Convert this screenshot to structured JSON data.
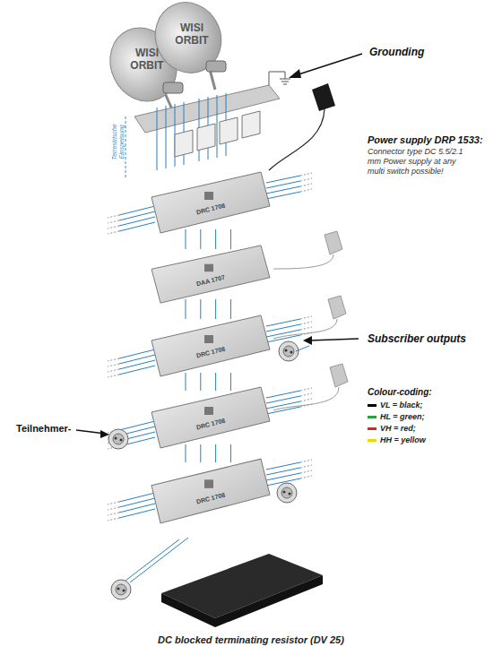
{
  "diagram": {
    "caption": "DC blocked terminating resistor (DV 25)",
    "nodes": [
      {
        "text": [
          "DRC 1708"
        ]
      },
      {
        "text": [
          "DAA 1707"
        ]
      },
      {
        "text": [
          "DRC 1708"
        ]
      },
      {
        "text": [
          "DRC 1708"
        ]
      },
      {
        "text": [
          "DRC 1708"
        ]
      }
    ],
    "edges": [
      {
        "from": 0,
        "to": 1,
        "arrow": "none"
      },
      {
        "from": 1,
        "to": 2,
        "arrow": "none"
      },
      {
        "from": 2,
        "to": 3,
        "arrow": "none"
      },
      {
        "from": 3,
        "to": 4,
        "arrow": "none"
      }
    ],
    "labels": [
      "WISI ORBIT",
      "WISI ORBIT",
      "Terrestrische Einspeisung",
      "Grounding",
      "Power supply DRP 1533:",
      "Connector type DC 5.5/2.1 mm Power supply at any multi switch possible!",
      "Subscriber outputs",
      "Colour-coding:",
      "Teilnehmer-"
    ],
    "legend": [
      {
        "text": "VL = black;",
        "color": "#000000"
      },
      {
        "text": "HL = green;",
        "color": "#2e9d3a"
      },
      {
        "text": "VH = red;",
        "color": "#e2231a"
      },
      {
        "text": "HH = yellow",
        "color": "#f2d400"
      }
    ]
  }
}
